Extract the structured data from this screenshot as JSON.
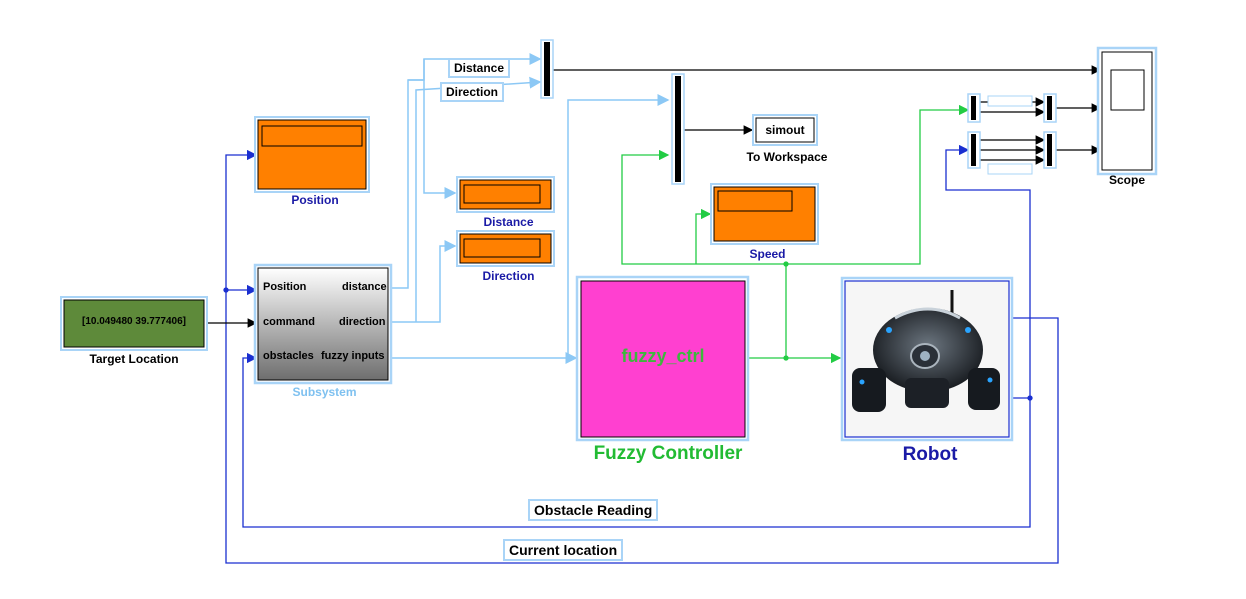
{
  "blocks": {
    "target_location": {
      "value": "[10.049480 39.777406]",
      "label": "Target Location",
      "color": "#5e8a3a"
    },
    "position_display": {
      "label": "Position",
      "color": "#ff8000"
    },
    "distance_display": {
      "label": "Distance",
      "color": "#ff8000"
    },
    "direction_display": {
      "label": "Direction",
      "color": "#ff8000"
    },
    "speed_display": {
      "label": "Speed",
      "color": "#ff8000"
    },
    "subsystem": {
      "label": "Subsystem",
      "inputs": [
        "Position",
        "command",
        "obstacles"
      ],
      "outputs": [
        "distance",
        "direction",
        "fuzzy inputs"
      ]
    },
    "fuzzy_controller": {
      "inner": "fuzzy_ctrl",
      "label": "Fuzzy Controller",
      "color": "#ff40d0"
    },
    "robot": {
      "label": "Robot"
    },
    "to_workspace": {
      "var": "simout",
      "label": "To Workspace"
    },
    "scope": {
      "label": "Scope"
    }
  },
  "signals": {
    "distance": "Distance",
    "direction": "Direction",
    "obstacle_reading": "Obstacle Reading",
    "current_location": "Current location"
  },
  "colors": {
    "signal_blue": "#1a2fd0",
    "signal_light": "#8cc8f5",
    "signal_green": "#22cc44",
    "signal_black": "#000000"
  }
}
